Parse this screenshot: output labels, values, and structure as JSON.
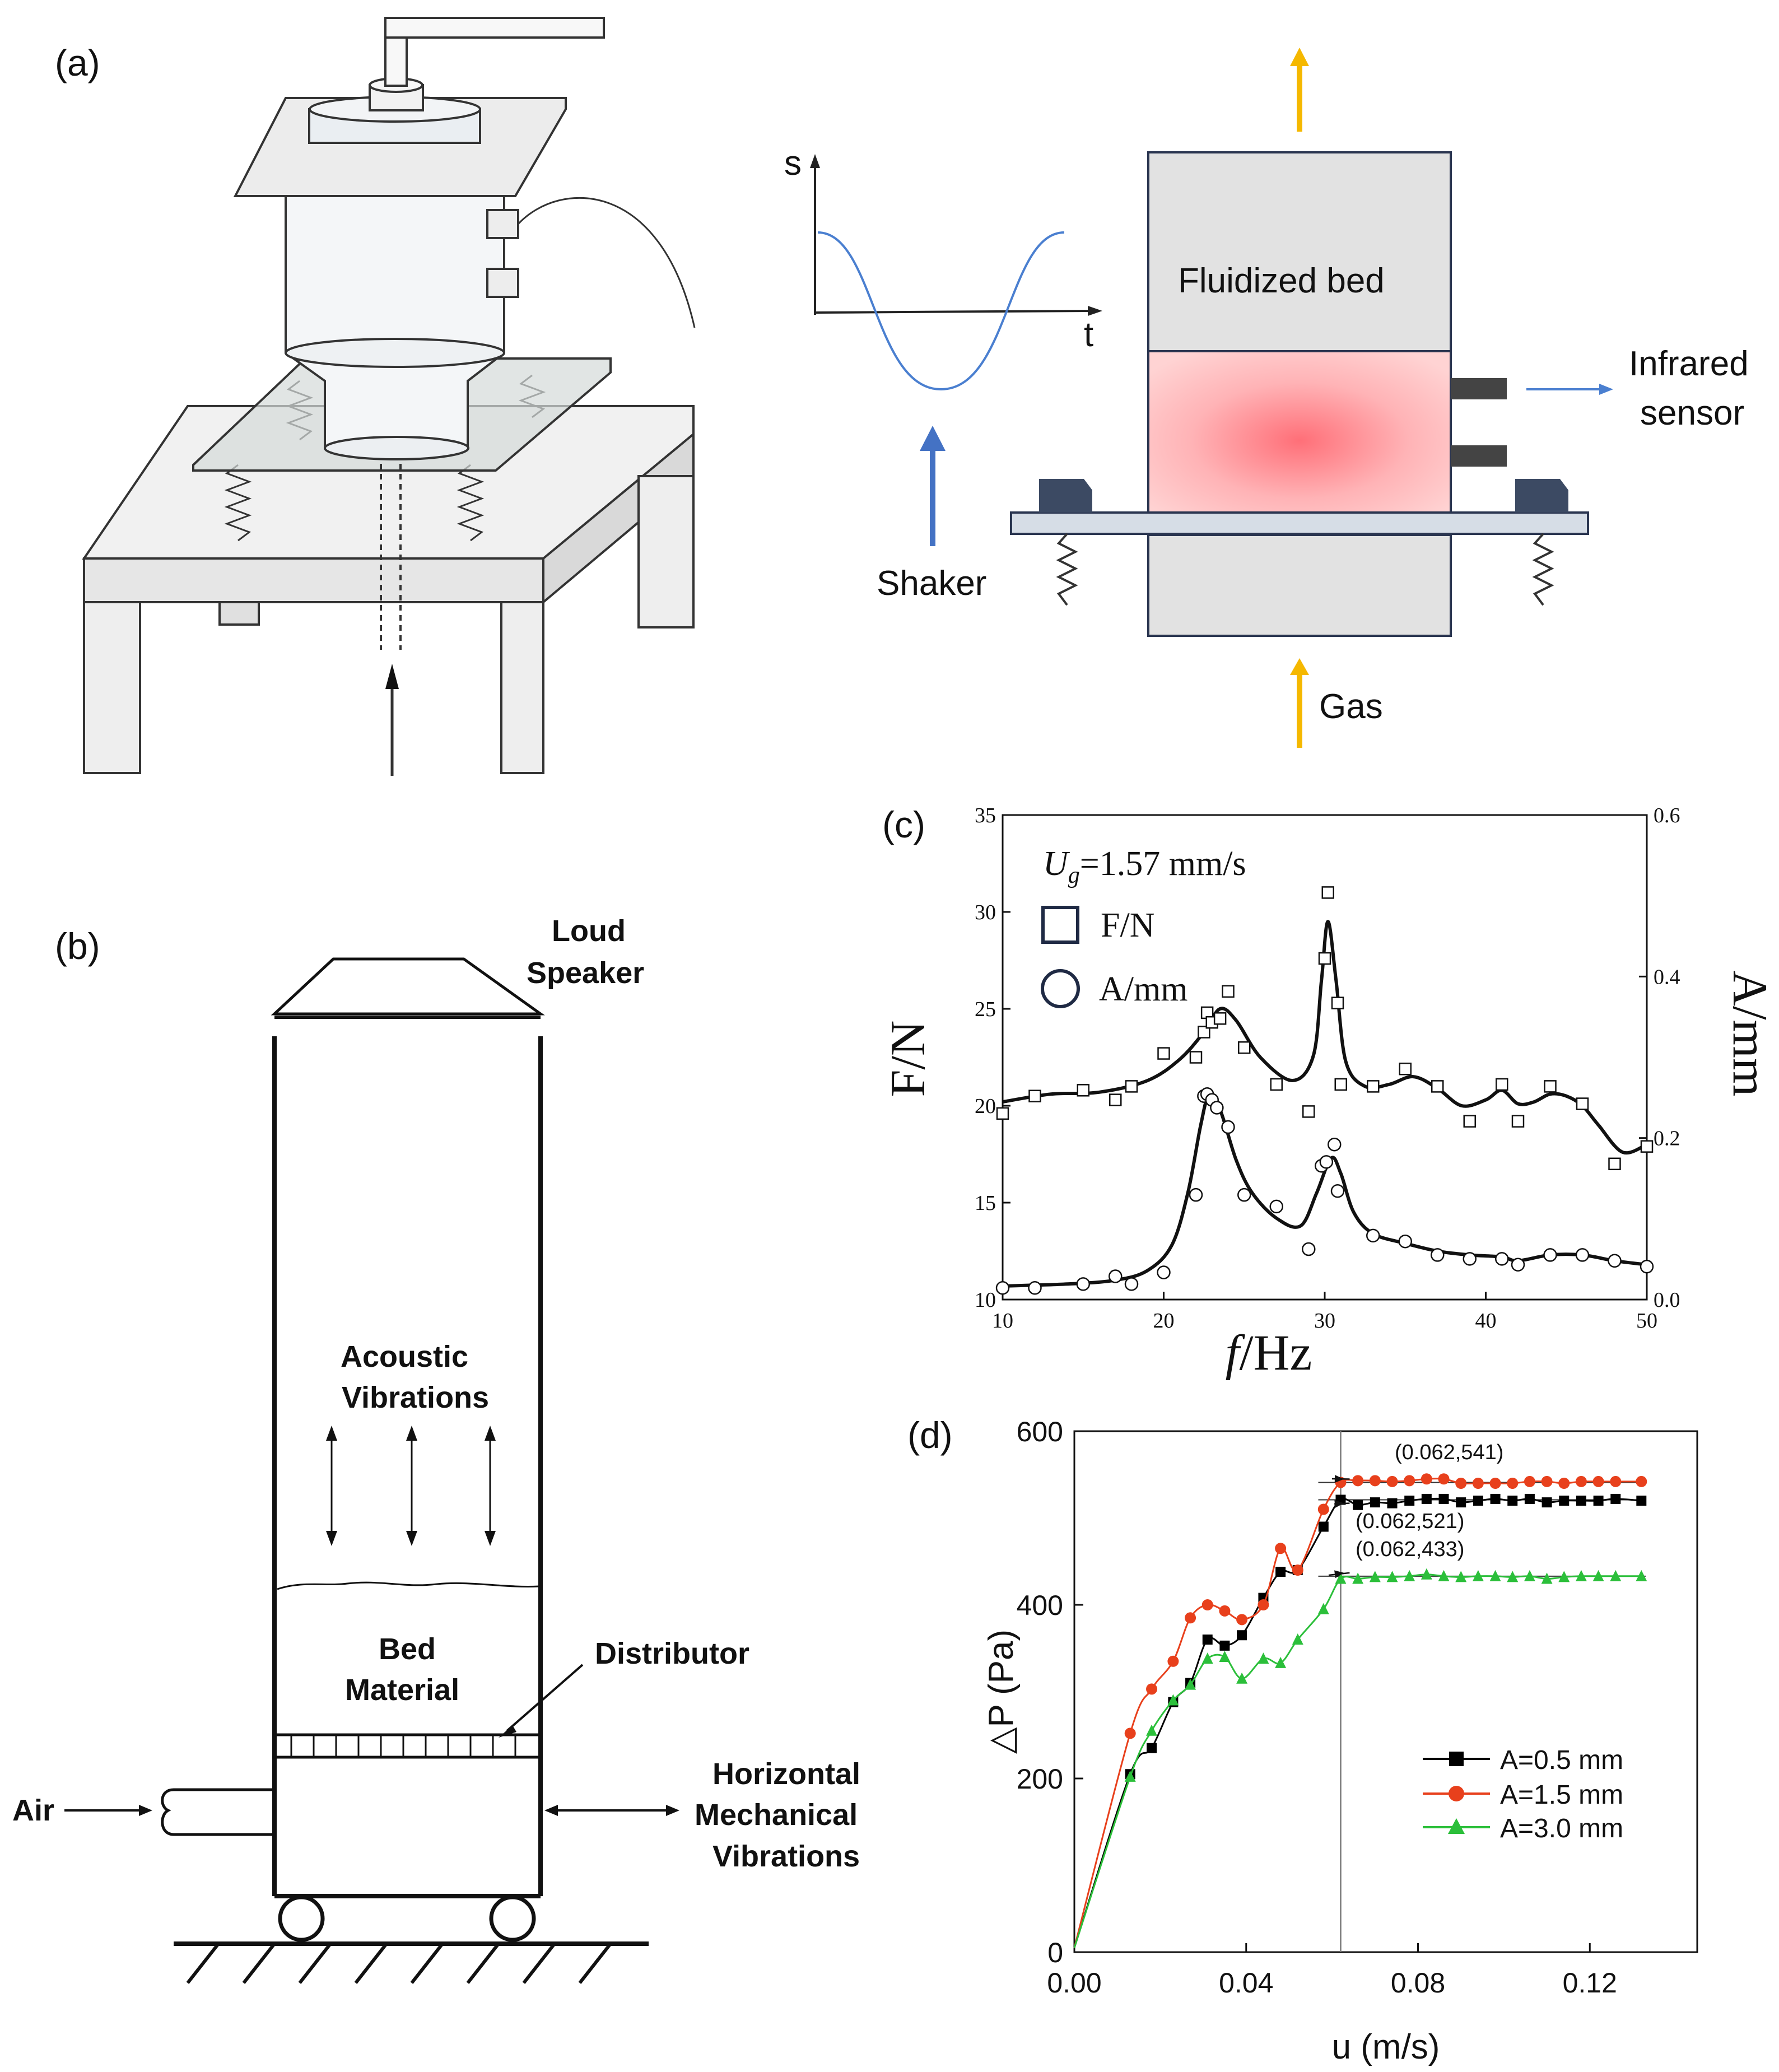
{
  "panel_a": {
    "label": "(a)",
    "signal_s": "s",
    "signal_t": "t",
    "fluidized_bed": "Fluidized bed",
    "infrared_line1": "Infrared",
    "infrared_line2": "sensor",
    "shaker": "Shaker",
    "gas": "Gas",
    "colors": {
      "bed_top": "#e2e2e2",
      "bed_glow": "#ff6f78",
      "flow_arrow": "#f5b800",
      "sensor_arrow": "#4a7fd0",
      "shaker_arrow": "#4472c4"
    }
  },
  "panel_b": {
    "label": "(b)",
    "speaker_line1": "Loud",
    "speaker_line2": "Speaker",
    "acoustic_line1": "Acoustic",
    "acoustic_line2": "Vibrations",
    "bed_line1": "Bed",
    "bed_line2": "Material",
    "distributor": "Distributor",
    "air": "Air",
    "horizontal_line1": "Horizontal",
    "horizontal_line2": "Mechanical",
    "horizontal_line3": "Vibrations"
  },
  "chart_data": [
    {
      "panel": "(c)",
      "type": "scatter",
      "annotation_main": "U",
      "annotation_sub": "g",
      "annotation_rest": "=1.57 mm/s",
      "xlabel_italic": "f",
      "xlabel_rest": "/Hz",
      "ylabel_left": "F/N",
      "ylabel_right": "A/mm",
      "xlim": [
        10,
        50
      ],
      "ylim_left": [
        10,
        35
      ],
      "ylim_right": [
        0.0,
        0.6
      ],
      "xticks": [
        10,
        20,
        30,
        40,
        50
      ],
      "yticks_left": [
        10,
        15,
        20,
        25,
        30,
        35
      ],
      "yticks_right": [
        "0.0",
        "0.2",
        "0.4",
        "0.6"
      ],
      "grid": false,
      "legend_position": "top-left",
      "series": [
        {
          "name": "F/N",
          "marker": "square",
          "axis": "left",
          "points": [
            [
              10,
              19.6
            ],
            [
              12,
              20.5
            ],
            [
              15,
              20.8
            ],
            [
              17,
              20.3
            ],
            [
              18,
              21.0
            ],
            [
              20,
              22.7
            ],
            [
              22,
              22.5
            ],
            [
              22.5,
              23.8
            ],
            [
              22.7,
              24.8
            ],
            [
              23,
              24.3
            ],
            [
              23.5,
              24.5
            ],
            [
              24,
              25.9
            ],
            [
              25,
              23.0
            ],
            [
              27,
              21.1
            ],
            [
              29,
              19.7
            ],
            [
              30,
              27.6
            ],
            [
              30.2,
              31.0
            ],
            [
              30.8,
              25.3
            ],
            [
              31,
              21.1
            ],
            [
              33,
              21.0
            ],
            [
              35,
              21.9
            ],
            [
              37,
              21.0
            ],
            [
              39,
              19.2
            ],
            [
              41,
              21.1
            ],
            [
              42,
              19.2
            ],
            [
              44,
              21.0
            ],
            [
              46,
              20.1
            ],
            [
              48,
              17.0
            ],
            [
              50,
              17.9
            ]
          ],
          "curve": [
            [
              10,
              20.2
            ],
            [
              13,
              20.6
            ],
            [
              16,
              20.7
            ],
            [
              19,
              21.3
            ],
            [
              21,
              22.4
            ],
            [
              22.5,
              23.8
            ],
            [
              23.5,
              25.0
            ],
            [
              24.5,
              24.4
            ],
            [
              26,
              22.5
            ],
            [
              28,
              21.3
            ],
            [
              29.3,
              22.6
            ],
            [
              29.8,
              26.5
            ],
            [
              30.2,
              29.5
            ],
            [
              30.7,
              26.5
            ],
            [
              31.3,
              22.3
            ],
            [
              32.5,
              21.0
            ],
            [
              34,
              21.1
            ],
            [
              35.5,
              21.5
            ],
            [
              37,
              20.9
            ],
            [
              38.5,
              20.0
            ],
            [
              40,
              20.3
            ],
            [
              41,
              20.8
            ],
            [
              42,
              20.1
            ],
            [
              43,
              20.2
            ],
            [
              44,
              20.6
            ],
            [
              45,
              20.5
            ],
            [
              46,
              20.0
            ],
            [
              47,
              19.0
            ],
            [
              48.5,
              17.6
            ],
            [
              50,
              18.0
            ]
          ]
        },
        {
          "name": "A/mm",
          "marker": "circle",
          "axis": "left",
          "points": [
            [
              10,
              10.6
            ],
            [
              12,
              10.6
            ],
            [
              15,
              10.8
            ],
            [
              17,
              11.2
            ],
            [
              18,
              10.8
            ],
            [
              20,
              11.4
            ],
            [
              22,
              15.4
            ],
            [
              22.5,
              20.5
            ],
            [
              22.7,
              20.6
            ],
            [
              23,
              20.3
            ],
            [
              23.3,
              19.9
            ],
            [
              24,
              18.9
            ],
            [
              25,
              15.4
            ],
            [
              27,
              14.8
            ],
            [
              29,
              12.6
            ],
            [
              29.8,
              16.9
            ],
            [
              30.1,
              17.1
            ],
            [
              30.6,
              18.0
            ],
            [
              30.8,
              15.6
            ],
            [
              33,
              13.3
            ],
            [
              35,
              13.0
            ],
            [
              37,
              12.3
            ],
            [
              39,
              12.1
            ],
            [
              41,
              12.1
            ],
            [
              42,
              11.8
            ],
            [
              44,
              12.3
            ],
            [
              46,
              12.3
            ],
            [
              48,
              12.0
            ],
            [
              50,
              11.7
            ]
          ],
          "curve": [
            [
              10,
              10.7
            ],
            [
              14,
              10.8
            ],
            [
              17,
              11.0
            ],
            [
              19,
              11.5
            ],
            [
              20.5,
              12.8
            ],
            [
              21.5,
              15.5
            ],
            [
              22.3,
              19.0
            ],
            [
              22.8,
              20.5
            ],
            [
              23.5,
              19.8
            ],
            [
              24.5,
              17.2
            ],
            [
              25.5,
              15.5
            ],
            [
              27,
              14.2
            ],
            [
              28.5,
              13.8
            ],
            [
              29.5,
              15.5
            ],
            [
              30.4,
              17.3
            ],
            [
              31,
              16.5
            ],
            [
              31.8,
              14.5
            ],
            [
              33,
              13.4
            ],
            [
              35,
              12.9
            ],
            [
              37,
              12.5
            ],
            [
              39,
              12.3
            ],
            [
              41,
              12.2
            ],
            [
              42,
              12.0
            ],
            [
              44,
              12.3
            ],
            [
              46,
              12.3
            ],
            [
              48,
              12.0
            ],
            [
              50,
              11.8
            ]
          ]
        }
      ]
    },
    {
      "panel": "(d)",
      "type": "line",
      "xlabel": "u (m/s)",
      "ylabel": "△P (Pa)",
      "xlim": [
        0.0,
        0.145
      ],
      "ylim": [
        0,
        600
      ],
      "xticks": [
        "0.00",
        "0.04",
        "0.08",
        "0.12"
      ],
      "yticks": [
        "0",
        "200",
        "400",
        "600"
      ],
      "grid": false,
      "legend_position": "bottom-right",
      "vertical_line_x": 0.062,
      "annotations": [
        {
          "text": "(0.062,541)",
          "x": 0.062,
          "y": 541
        },
        {
          "text": "(0.062,521)",
          "x": 0.062,
          "y": 521
        },
        {
          "text": "(0.062,433)",
          "x": 0.062,
          "y": 433
        }
      ],
      "series": [
        {
          "name": "A=0.5 mm",
          "color": "#000000",
          "marker": "square",
          "points": [
            [
              0.0,
              5
            ],
            [
              0.013,
              205
            ],
            [
              0.018,
              235
            ],
            [
              0.023,
              288
            ],
            [
              0.027,
              310
            ],
            [
              0.031,
              360
            ],
            [
              0.035,
              353
            ],
            [
              0.039,
              365
            ],
            [
              0.044,
              408
            ],
            [
              0.048,
              438
            ],
            [
              0.052,
              440
            ],
            [
              0.058,
              490
            ],
            [
              0.062,
              521
            ],
            [
              0.066,
              515
            ],
            [
              0.07,
              518
            ],
            [
              0.074,
              517
            ],
            [
              0.078,
              520
            ],
            [
              0.082,
              522
            ],
            [
              0.086,
              522
            ],
            [
              0.09,
              518
            ],
            [
              0.094,
              520
            ],
            [
              0.098,
              522
            ],
            [
              0.102,
              520
            ],
            [
              0.106,
              522
            ],
            [
              0.11,
              518
            ],
            [
              0.114,
              520
            ],
            [
              0.118,
              520
            ],
            [
              0.122,
              520
            ],
            [
              0.126,
              522
            ],
            [
              0.132,
              520
            ]
          ]
        },
        {
          "name": "A=1.5 mm",
          "color": "#e8401c",
          "marker": "circle",
          "points": [
            [
              0.0,
              5
            ],
            [
              0.013,
              252
            ],
            [
              0.018,
              303
            ],
            [
              0.023,
              335
            ],
            [
              0.027,
              385
            ],
            [
              0.031,
              400
            ],
            [
              0.035,
              393
            ],
            [
              0.039,
              383
            ],
            [
              0.044,
              400
            ],
            [
              0.048,
              465
            ],
            [
              0.052,
              440
            ],
            [
              0.058,
              510
            ],
            [
              0.062,
              541
            ],
            [
              0.066,
              543
            ],
            [
              0.07,
              543
            ],
            [
              0.074,
              542
            ],
            [
              0.078,
              543
            ],
            [
              0.082,
              545
            ],
            [
              0.086,
              545
            ],
            [
              0.09,
              540
            ],
            [
              0.094,
              540
            ],
            [
              0.098,
              540
            ],
            [
              0.102,
              540
            ],
            [
              0.106,
              542
            ],
            [
              0.11,
              542
            ],
            [
              0.114,
              540
            ],
            [
              0.118,
              542
            ],
            [
              0.122,
              542
            ],
            [
              0.126,
              542
            ],
            [
              0.132,
              542
            ]
          ]
        },
        {
          "name": "A=3.0 mm",
          "color": "#2bbf3a",
          "marker": "triangle",
          "points": [
            [
              0.0,
              5
            ],
            [
              0.013,
              202
            ],
            [
              0.018,
              255
            ],
            [
              0.023,
              290
            ],
            [
              0.027,
              308
            ],
            [
              0.031,
              338
            ],
            [
              0.035,
              340
            ],
            [
              0.039,
              315
            ],
            [
              0.044,
              338
            ],
            [
              0.048,
              333
            ],
            [
              0.052,
              360
            ],
            [
              0.058,
              395
            ],
            [
              0.062,
              430
            ],
            [
              0.066,
              430
            ],
            [
              0.07,
              432
            ],
            [
              0.074,
              432
            ],
            [
              0.078,
              433
            ],
            [
              0.082,
              435
            ],
            [
              0.086,
              433
            ],
            [
              0.09,
              432
            ],
            [
              0.094,
              433
            ],
            [
              0.098,
              433
            ],
            [
              0.102,
              432
            ],
            [
              0.106,
              433
            ],
            [
              0.11,
              430
            ],
            [
              0.114,
              432
            ],
            [
              0.118,
              433
            ],
            [
              0.122,
              433
            ],
            [
              0.126,
              433
            ],
            [
              0.132,
              433
            ]
          ]
        }
      ]
    }
  ]
}
